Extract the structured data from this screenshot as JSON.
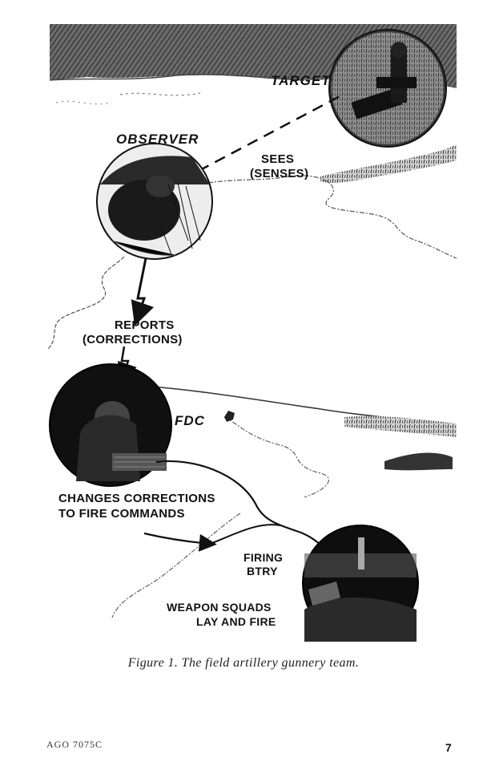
{
  "labels": {
    "target": "TARGET",
    "observer": "OBSERVER",
    "sees_line1": "SEES",
    "sees_line2": "(SENSES)",
    "reports_line1": "REPORTS",
    "reports_line2": "(CORRECTIONS)",
    "fdc": "FDC",
    "changes_line1": "CHANGES CORRECTIONS",
    "changes_line2": "TO FIRE COMMANDS",
    "firing_line1": "FIRING",
    "firing_line2": "BTRY",
    "weapon_line1": "WEAPON  SQUADS",
    "weapon_line2": "LAY AND FIRE"
  },
  "caption": "Figure 1.  The field artillery gunnery team.",
  "footer": {
    "code": "AGO 7075C",
    "page_number": "7"
  }
}
